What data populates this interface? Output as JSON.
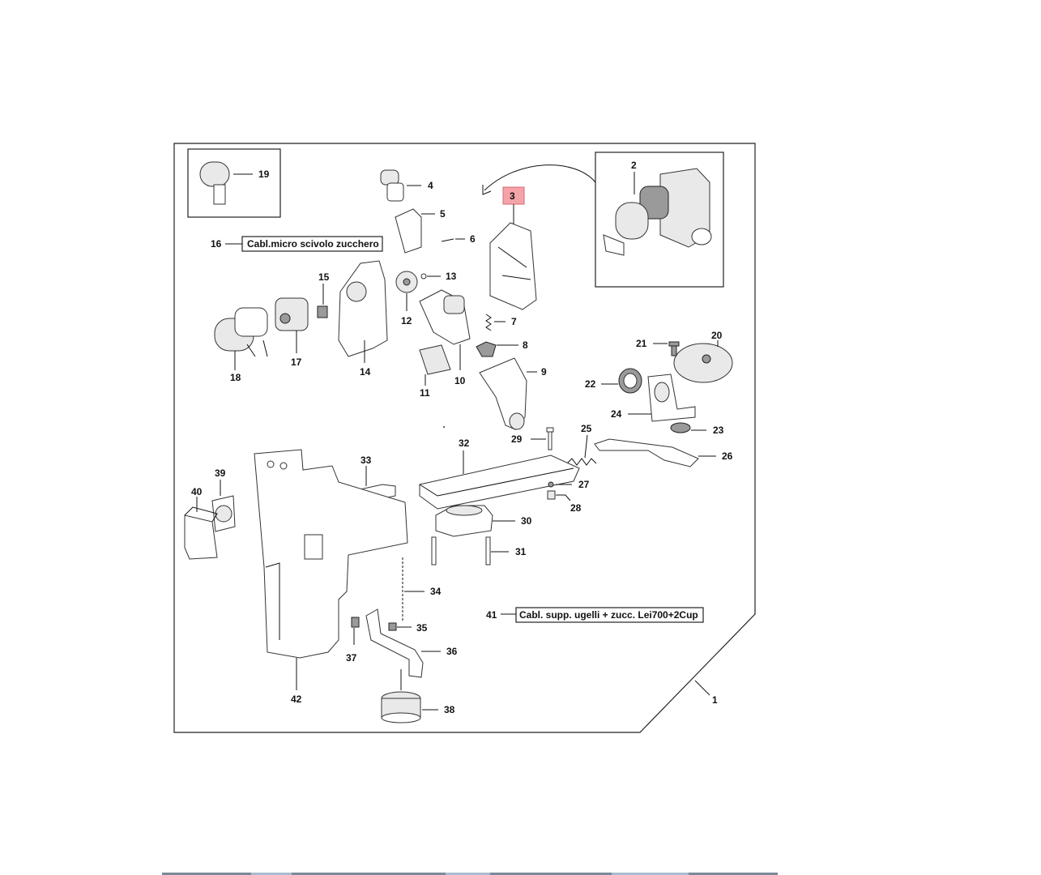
{
  "parts": {
    "p1": "1",
    "p2": "2",
    "p3": "3",
    "p4": "4",
    "p5": "5",
    "p6": "6",
    "p7": "7",
    "p8": "8",
    "p9": "9",
    "p10": "10",
    "p11": "11",
    "p12": "12",
    "p13": "13",
    "p14": "14",
    "p15": "15",
    "p16": "16",
    "p17": "17",
    "p18": "18",
    "p19": "19",
    "p20": "20",
    "p21": "21",
    "p22": "22",
    "p23": "23",
    "p24": "24",
    "p25": "25",
    "p26": "26",
    "p27": "27",
    "p28": "28",
    "p29": "29",
    "p30": "30",
    "p31": "31",
    "p32": "32",
    "p33": "33",
    "p34": "34",
    "p35": "35",
    "p36": "36",
    "p37": "37",
    "p38": "38",
    "p39": "39",
    "p40": "40",
    "p41": "41",
    "p42": "42"
  },
  "labels": {
    "cable16": "Cabl.micro scivolo zucchero",
    "cable41": "Cabl. supp. ugelli + zucc. Lei700+2Cup"
  },
  "colors": {
    "highlight": "#f4a3a8",
    "frame": "#222222"
  }
}
